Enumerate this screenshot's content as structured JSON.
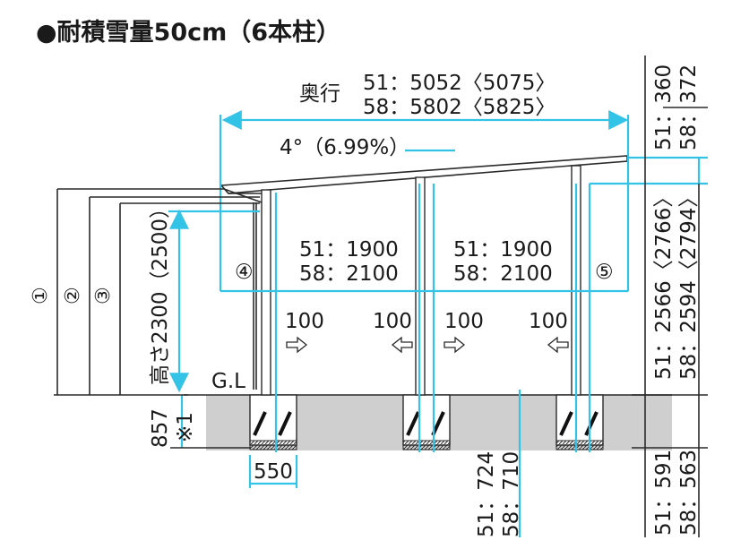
{
  "title": "●耐積雪量50cm（6本柱）",
  "depth": {
    "label": "奥行",
    "line1": "51：5052〈5075〉",
    "line2": "58：5802〈5825〉"
  },
  "slope": "4°（6.99%）",
  "right_top": {
    "line1": "51：360",
    "line2": "58：372"
  },
  "right_mid": {
    "line1": "51：2566〈2766〉",
    "line2": "58：2594〈2794〉"
  },
  "right_bottom": {
    "line1": "51：591",
    "line2": "58：563"
  },
  "center_bottom": {
    "line1": "51：724",
    "line2": "58：710"
  },
  "span_left": {
    "line1": "51：1900",
    "line2": "58：2100"
  },
  "span_right": {
    "line1": "51：1900",
    "line2": "58：2100"
  },
  "marker_left": "④",
  "marker_right": "⑤",
  "height_label": "高さ2300（2500）",
  "ground_label": "G.L",
  "foundation_depth": "857",
  "foundation_note": "※1",
  "footing_width": "550",
  "offsets": [
    "100",
    "100",
    "100",
    "100"
  ],
  "circled": [
    "①",
    "②",
    "③"
  ],
  "colors": {
    "accent": "#33c3e6",
    "ground": "#cfcfcf",
    "line": "#2a2a2a"
  }
}
